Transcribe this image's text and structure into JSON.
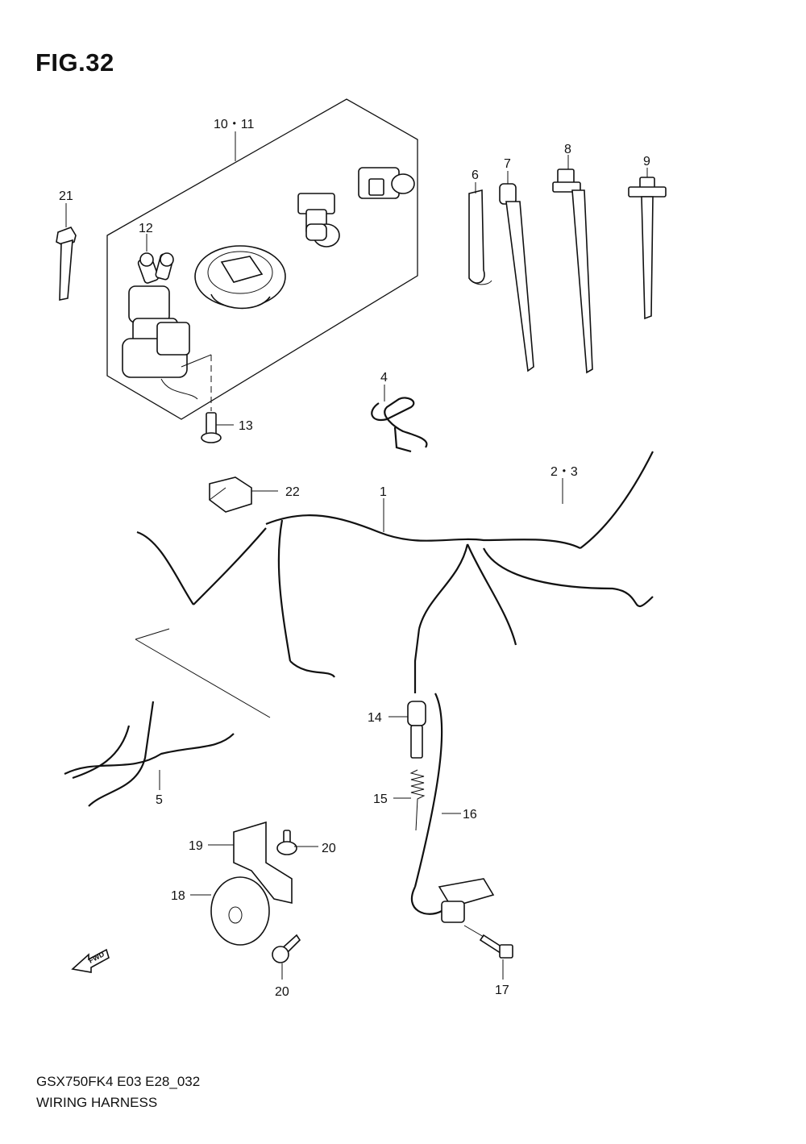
{
  "figure": {
    "title": "FIG.32",
    "model_code": "GSX750FK4 E03 E28_032",
    "name": "WIRING HARNESS"
  },
  "fwd_label": "FWD",
  "callouts": {
    "c10_11": "10・11",
    "c21": "21",
    "c12": "12",
    "c13": "13",
    "c6": "6",
    "c7": "7",
    "c8": "8",
    "c9": "9",
    "c4": "4",
    "c2_3": "2・3",
    "c22": "22",
    "c1": "1",
    "c14": "14",
    "c15": "15",
    "c16": "16",
    "c5": "5",
    "c19": "19",
    "c20a": "20",
    "c18": "18",
    "c20b": "20",
    "c17": "17"
  }
}
